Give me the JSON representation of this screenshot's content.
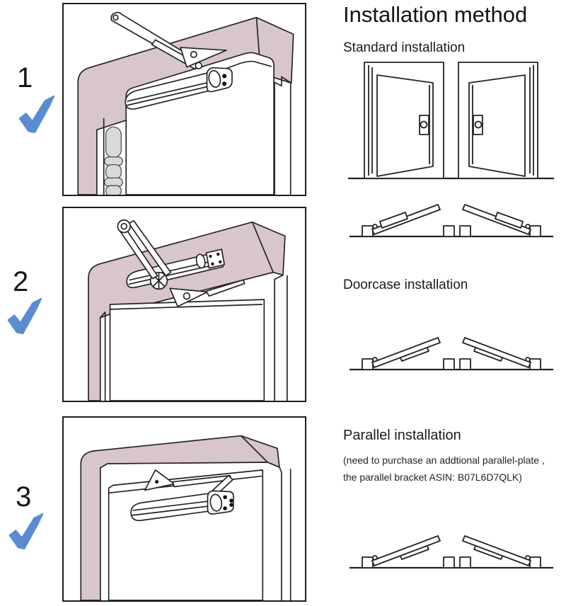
{
  "title": "Installation method",
  "steps": [
    {
      "number": "1"
    },
    {
      "number": "2"
    },
    {
      "number": "3"
    }
  ],
  "sections": {
    "standard": {
      "heading": "Standard installation"
    },
    "doorcase": {
      "heading": "Doorcase installation"
    },
    "parallel": {
      "heading": "Parallel installation",
      "note_line1": "(need to purchase an addtional parallel-plate ,",
      "note_line2": "the parallel bracket ASIN: B07L6D7QLK)"
    }
  },
  "colors": {
    "frame_pink": "#d8c6ca",
    "check_blue": "#5b8ccf",
    "line_dark": "#232323",
    "hinge_gray": "#dcd8da"
  },
  "icons": {
    "checkmark": "✓"
  }
}
